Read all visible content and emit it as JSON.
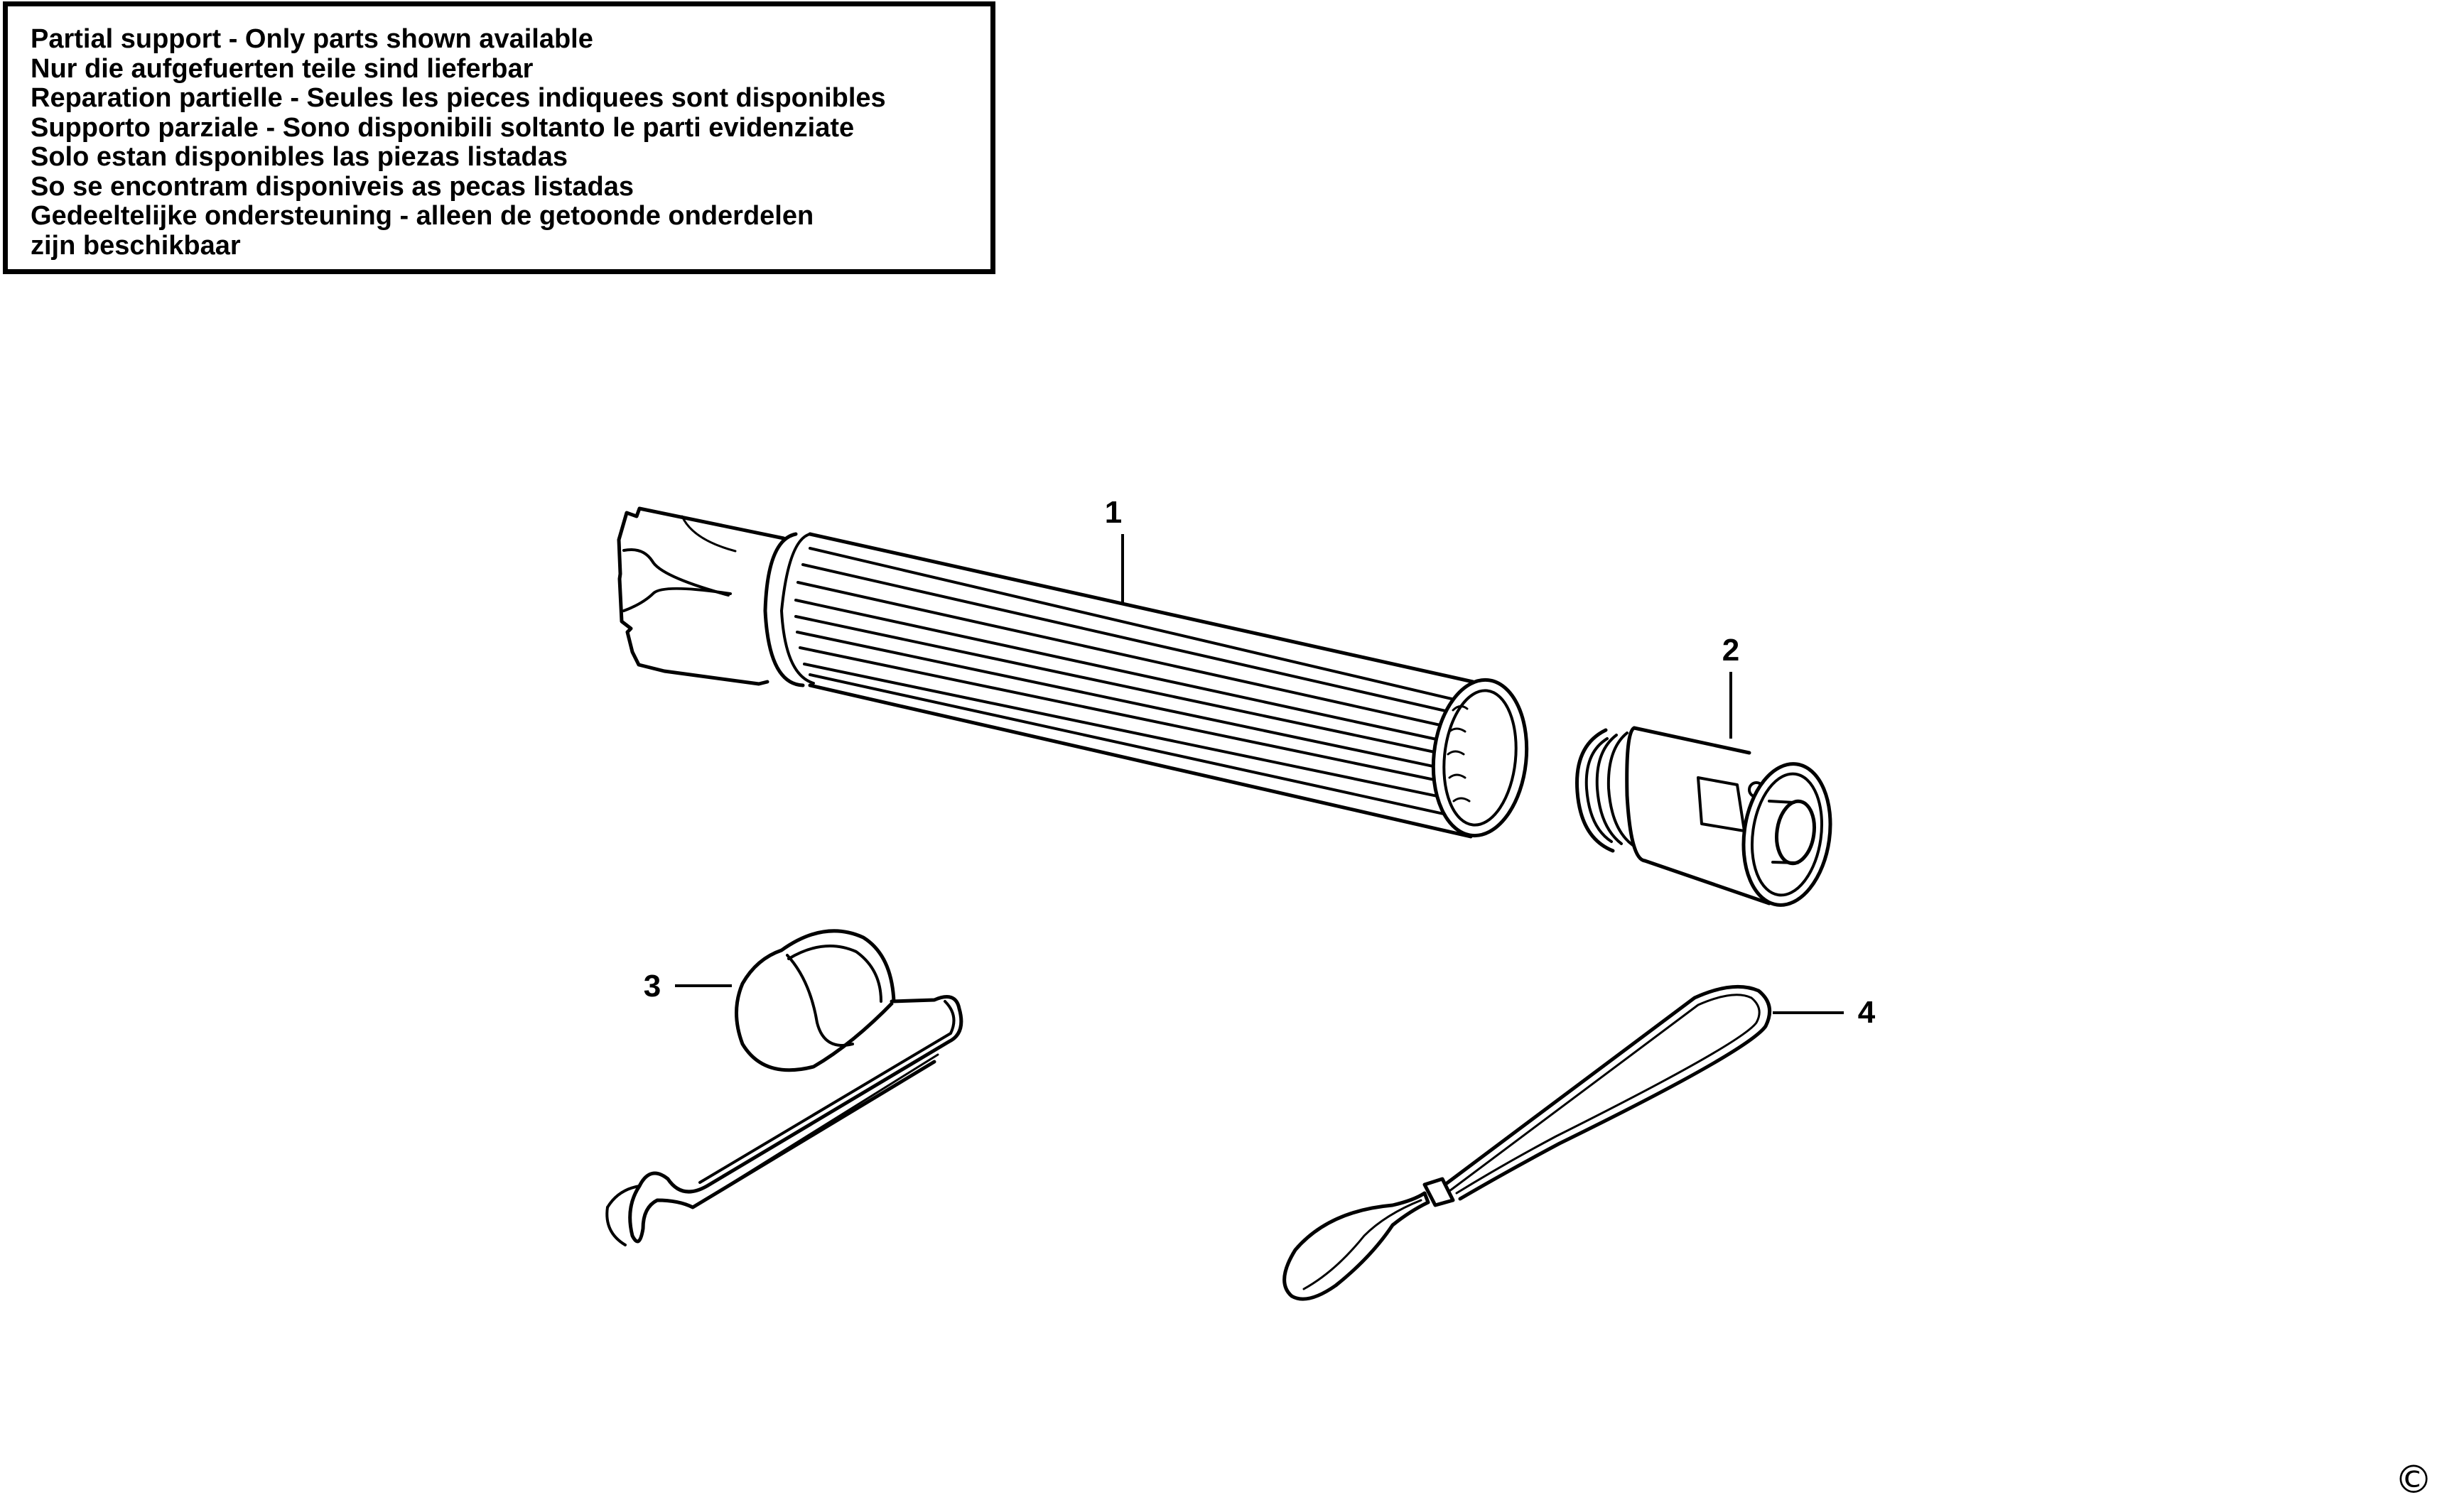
{
  "notice": {
    "lines": [
      "Partial support - Only parts shown available",
      "Nur die aufgefuerten teile sind lieferbar",
      "Reparation partielle - Seules les pieces indiquees sont disponibles",
      "Supporto parziale - Sono disponibili soltanto le parti evidenziate",
      "Solo estan disponibles las piezas listadas",
      "So se encontram disponiveis as pecas listadas",
      "Gedeeltelijke ondersteuning - alleen de getoonde onderdelen",
      "zijn beschikbaar"
    ]
  },
  "parts": {
    "p1": "1",
    "p2": "2",
    "p3": "3",
    "p4": "4"
  },
  "copyright": "©"
}
